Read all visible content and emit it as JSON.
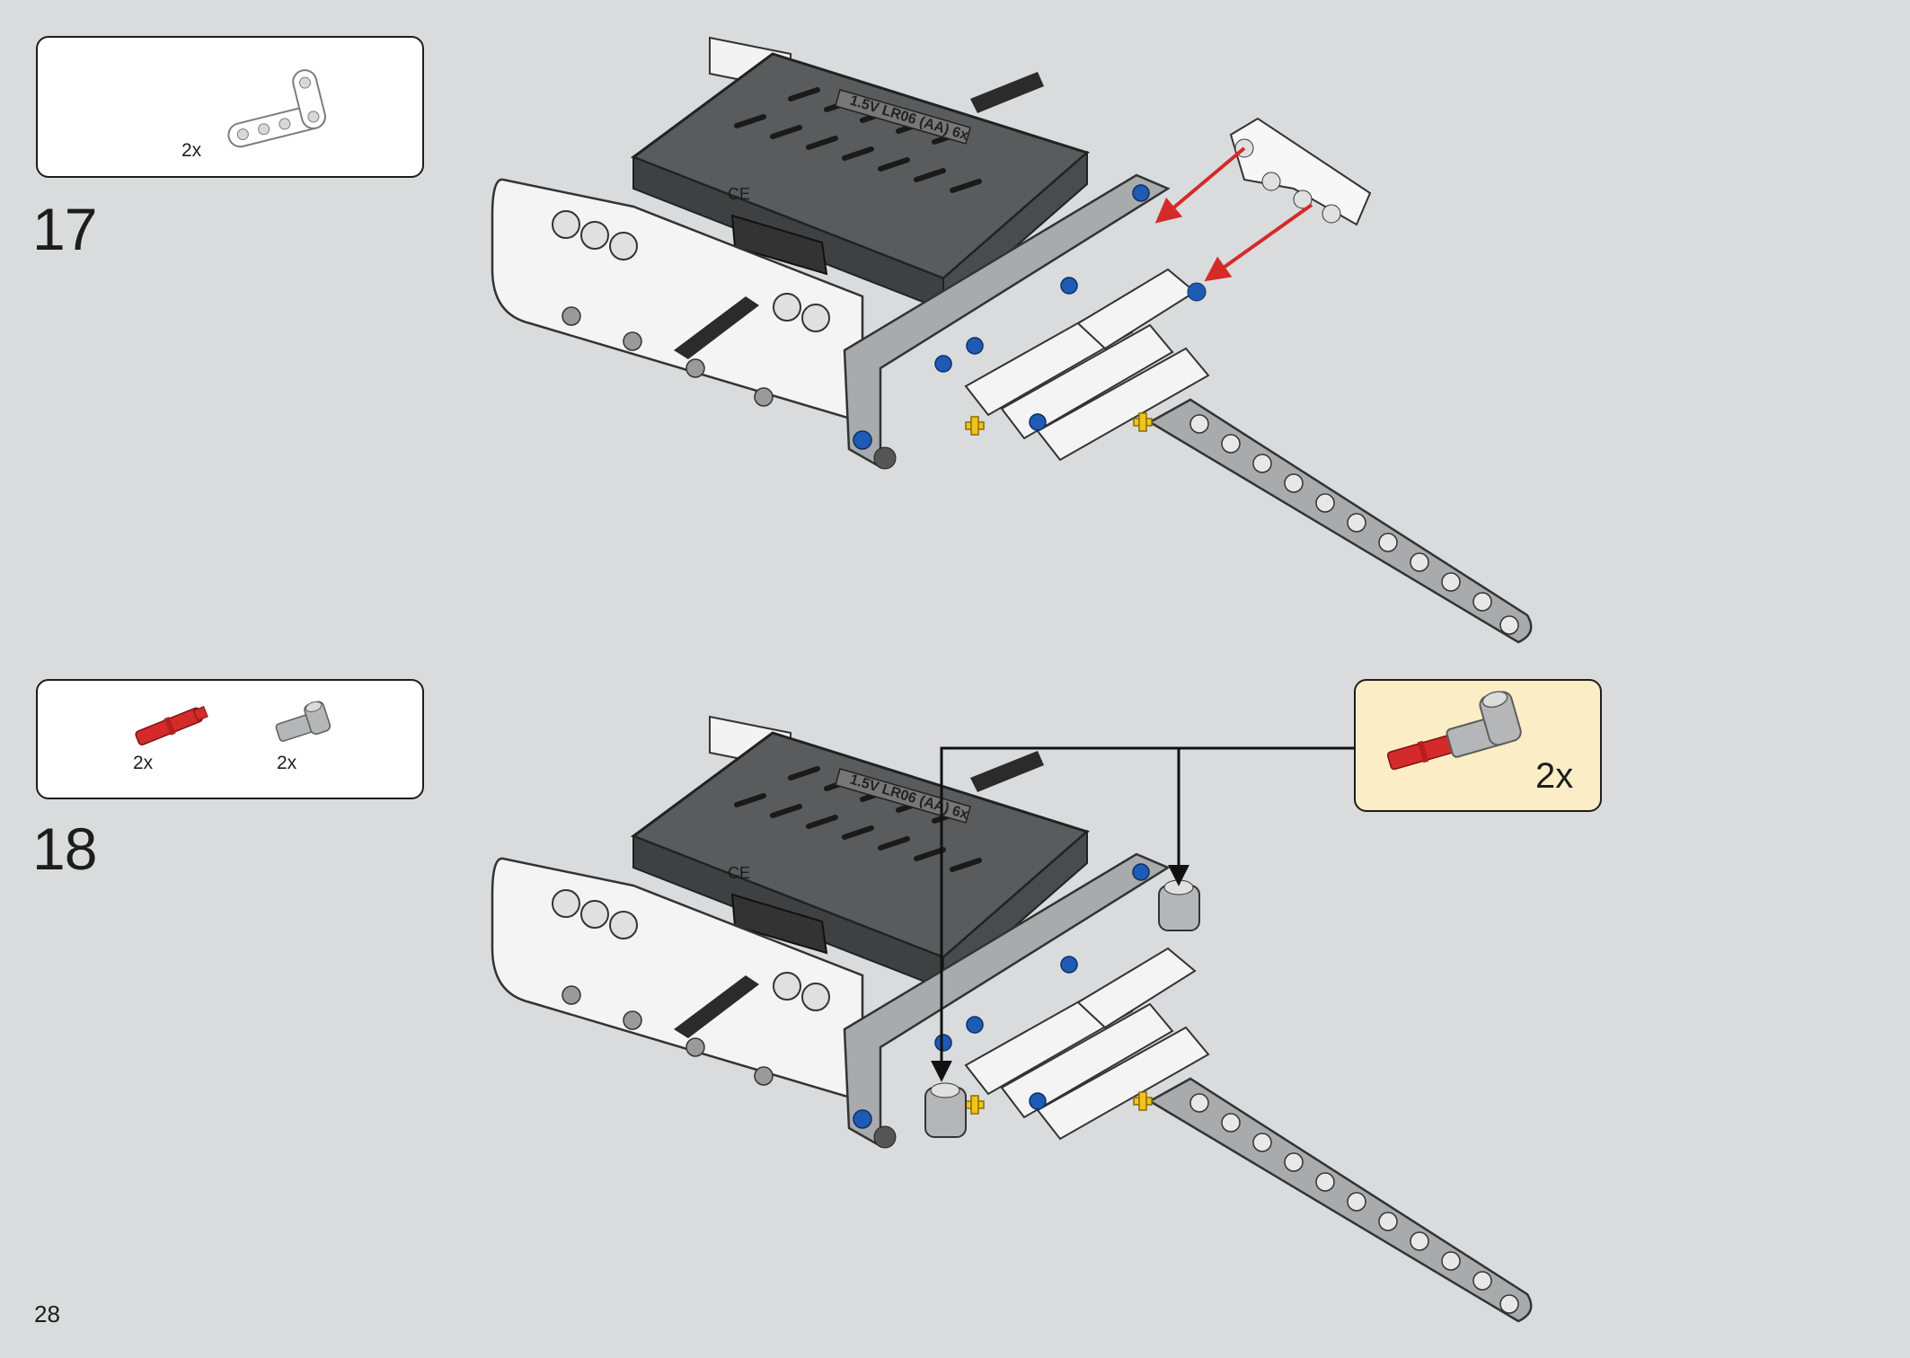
{
  "page": {
    "number": "28"
  },
  "steps": [
    {
      "number": "17",
      "parts": [
        {
          "qty": "2x",
          "icon": "white-angled-beam-icon"
        }
      ],
      "battery_label": "1.5V LR06 (AA) 6x",
      "ce_mark": "CE"
    },
    {
      "number": "18",
      "parts": [
        {
          "qty": "2x",
          "icon": "red-axle-pin-icon"
        },
        {
          "qty": "2x",
          "icon": "grey-axle-connector-icon"
        }
      ],
      "callout": {
        "qty": "2x",
        "icon": "red-pin-with-grey-connector-icon"
      },
      "battery_label": "1.5V LR06 (AA) 6x",
      "ce_mark": "CE"
    }
  ],
  "colors": {
    "background": "#dadbdc",
    "callout_background": "#fbeec6",
    "arrow_red": "#d42a2a",
    "battery_box": "#5a5b5c",
    "beam_grey": "#a9aaab",
    "pin_blue": "#1e5bb5",
    "pin_yellow": "#f0c419"
  }
}
